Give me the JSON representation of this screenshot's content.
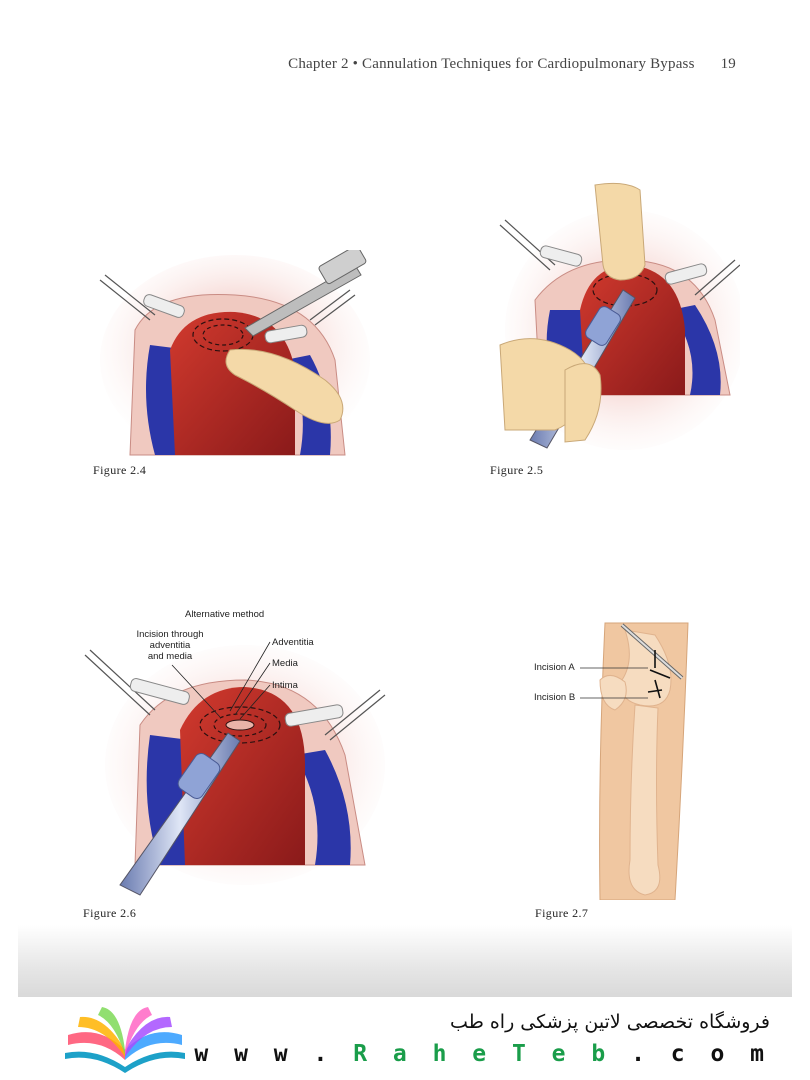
{
  "header": {
    "chapter_title": "Chapter 2 • Cannulation Techniques for Cardiopulmonary Bypass",
    "page_number": "19"
  },
  "figures": [
    {
      "caption": "Figure 2.4"
    },
    {
      "caption": "Figure 2.5"
    },
    {
      "caption": "Figure 2.6",
      "labels": {
        "method": "Alternative method",
        "incision_line1": "Incision through",
        "incision_line2": "adventitia",
        "incision_line3": "and media",
        "adventitia": "Adventitia",
        "media": "Media",
        "intima": "Intima"
      }
    },
    {
      "caption": "Figure 2.7",
      "labels": {
        "incision_a": "Incision A",
        "incision_b": "Incision B"
      }
    }
  ],
  "banner": {
    "persian_text": "فروشگاه تخصصی لاتین پزشکی  راه طب",
    "url_prefix": "w w w . ",
    "url_accent": "R a h e T e b",
    "url_suffix": " . c o m",
    "logo_icon": "open-book-icon"
  },
  "colors": {
    "artery_red": "#b3201f",
    "vein_blue": "#2b36a8",
    "tissue_pink": "#f0c9c0",
    "skin_tone": "#f4d9a8",
    "leg_tone": "#f0c7a1",
    "brand_green": "#1a9d4a"
  }
}
